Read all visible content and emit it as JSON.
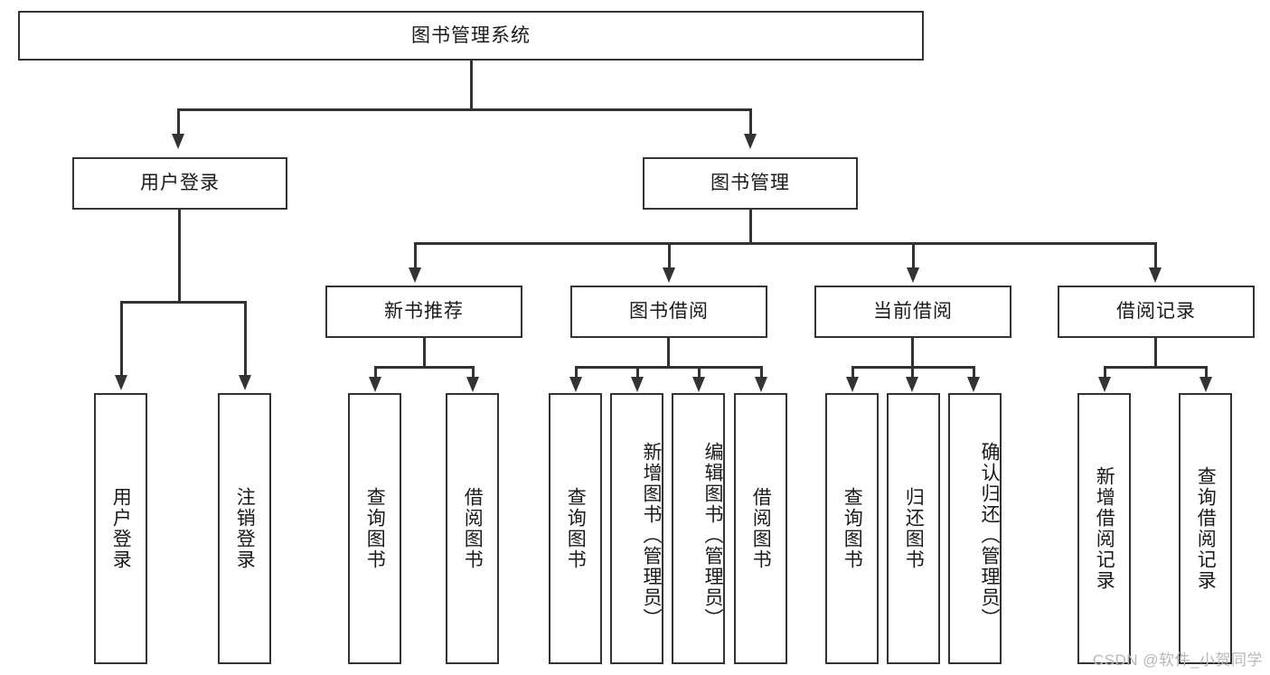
{
  "diagram": {
    "title": "图书管理系统",
    "type": "tree-hierarchy",
    "root": {
      "id": "root",
      "label": "图书管理系统"
    },
    "level2": [
      {
        "id": "user-login",
        "label": "用户登录"
      },
      {
        "id": "book-manage",
        "label": "图书管理"
      }
    ],
    "level3": [
      {
        "id": "new-book-recommend",
        "label": "新书推荐"
      },
      {
        "id": "book-borrow",
        "label": "图书借阅"
      },
      {
        "id": "current-borrow",
        "label": "当前借阅"
      },
      {
        "id": "borrow-record",
        "label": "借阅记录"
      }
    ],
    "leaves": {
      "user_login": [
        {
          "id": "leaf-user-login",
          "label": "用户登录"
        },
        {
          "id": "leaf-logout-login",
          "label": "注销登录"
        }
      ],
      "new_book_recommend": [
        {
          "id": "leaf-query-book-1",
          "label": "查询图书"
        },
        {
          "id": "leaf-borrow-book-1",
          "label": "借阅图书"
        }
      ],
      "book_borrow": [
        {
          "id": "leaf-query-book-2",
          "label": "查询图书"
        },
        {
          "id": "leaf-add-book",
          "label": "新增图书（管理员）"
        },
        {
          "id": "leaf-edit-book",
          "label": "编辑图书（管理员）"
        },
        {
          "id": "leaf-borrow-book-2",
          "label": "借阅图书"
        }
      ],
      "current_borrow": [
        {
          "id": "leaf-query-book-3",
          "label": "查询图书"
        },
        {
          "id": "leaf-return-book",
          "label": "归还图书"
        },
        {
          "id": "leaf-confirm-return",
          "label": "确认归还（管理员）"
        }
      ],
      "borrow_record": [
        {
          "id": "leaf-add-borrow-record",
          "label": "新增借阅记录"
        },
        {
          "id": "leaf-query-borrow-record",
          "label": "查询借阅记录"
        }
      ]
    }
  },
  "watermark": {
    "text": "CSDN @软件_小贺同学"
  },
  "colors": {
    "border": "#333333",
    "background": "#ffffff",
    "text": "#1a1a1a",
    "watermark": "#b8b8b8"
  }
}
